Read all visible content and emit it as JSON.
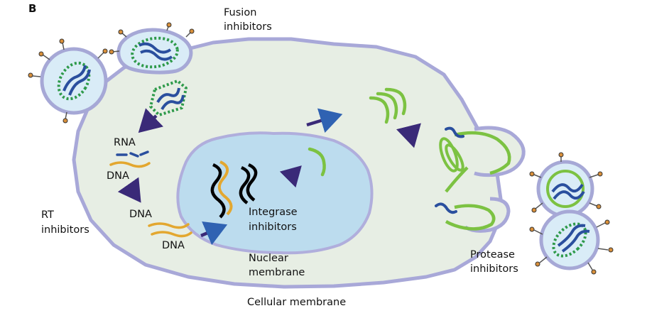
{
  "panel_letter": "B",
  "labels": {
    "fusion_line1": "Fusion",
    "fusion_line2": "inhibitors",
    "rna": "RNA",
    "dna_1": "DNA",
    "dna_2": "DNA",
    "dna_3": "DNA",
    "rt_line1": "RT",
    "rt_line2": "inhibitors",
    "integrase_line1": "Integrase",
    "integrase_line2": "inhibitors",
    "nuclear_line1": "Nuclear",
    "nuclear_line2": "membrane",
    "cellular": "Cellular membrane",
    "protease_line1": "Protease",
    "protease_line2": "inhibitors"
  },
  "colors": {
    "cell_fill": "#e7eee4",
    "cell_outline": "#a8a8d8",
    "nucleus_fill": "#bcdcee",
    "nucleus_outline": "#b0aedc",
    "virion_fill": "#d9ecf7",
    "virion_outline": "#a6a8d6",
    "capsid_green": "#2e9a4a",
    "rna_blue": "#2a4f9e",
    "dna_orange": "#e3a72f",
    "arrow_purple": "#3a2a78",
    "arrow_blue": "#2f62b2",
    "budding_green": "#7cc242",
    "spike_knob": "#d88f3a"
  }
}
